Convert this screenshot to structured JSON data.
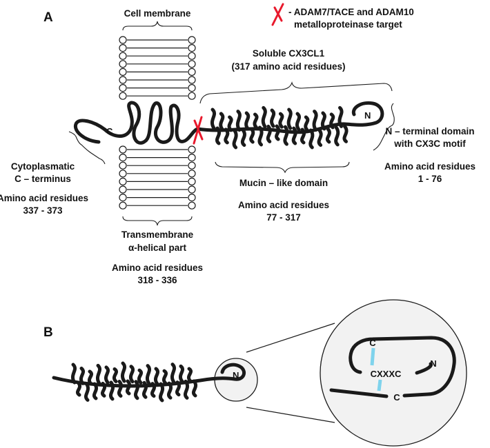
{
  "panel_a": {
    "letter": "A",
    "membrane_label": "Cell membrane",
    "legend_line1": "- ADAM7/TACE and ADAM10",
    "legend_line2": "metalloproteinase target",
    "soluble_line1": "Soluble CX3CL1",
    "soluble_line2": "(317 amino acid residues)",
    "c_label": "C",
    "n_label": "N",
    "cyto_line1": "Cytoplasmatic",
    "cyto_line2": "C – terminus",
    "cyto_res_line1": "Amino acid residues",
    "cyto_res_line2": "337 - 373",
    "nterm_line1": "N – terminal domain",
    "nterm_line2": "with CX3C motif",
    "nterm_res_line1": "Amino acid residues",
    "nterm_res_line2": "1 - 76",
    "mucin_line1": "Mucin – like domain",
    "mucin_res_line1": "Amino acid residues",
    "mucin_res_line2": "77 - 317",
    "tm_line1": "Transmembrane",
    "tm_line2": "α-helical part",
    "tm_res_line1": "Amino acid residues",
    "tm_res_line2": "318 - 336"
  },
  "panel_b": {
    "letter": "B",
    "n_label": "N",
    "zoom_c_top": "C",
    "zoom_cxxxc": "CXXXC",
    "zoom_n": "N",
    "zoom_c_bottom": "C"
  },
  "colors": {
    "protein_line": "#1a1a1a",
    "cleavage_mark": "#e8192c",
    "disulfide_bond": "#7fd3ec"
  }
}
